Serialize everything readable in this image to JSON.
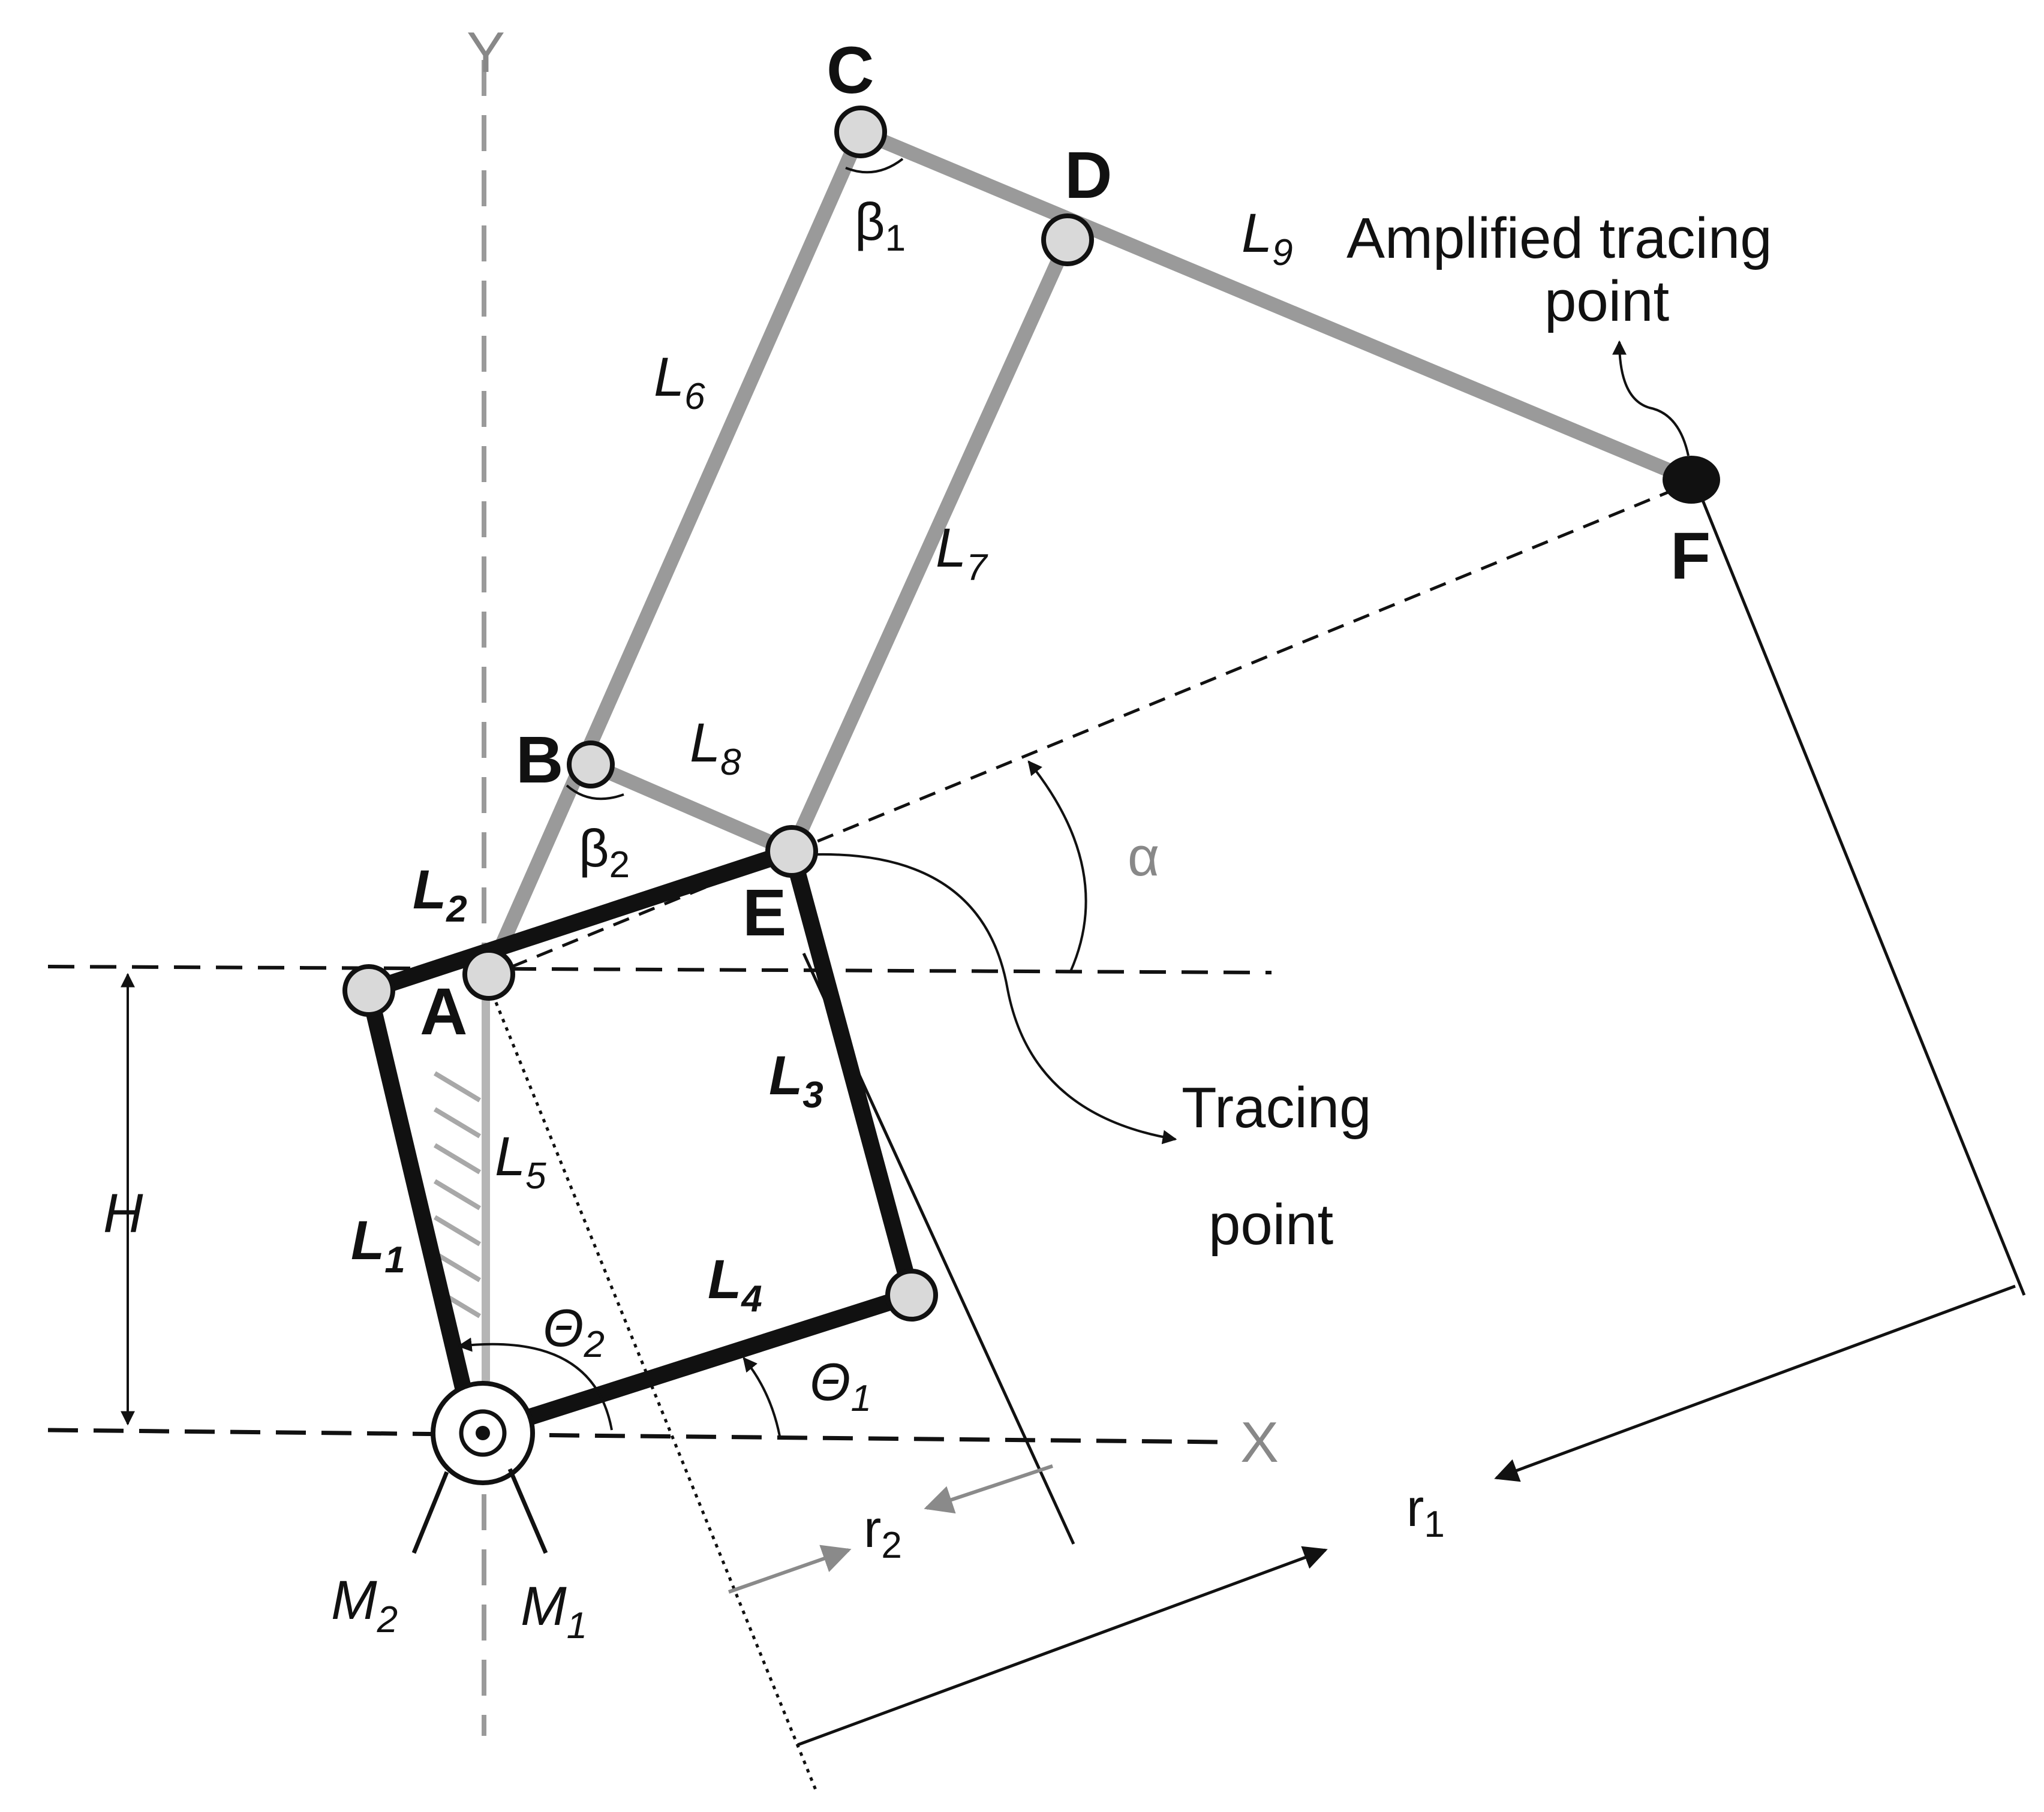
{
  "points": {
    "A": "A",
    "B": "B",
    "C": "C",
    "D": "D",
    "E": "E",
    "F": "F"
  },
  "links": {
    "L1": {
      "main": "L",
      "sub": "1"
    },
    "L2": {
      "main": "L",
      "sub": "2"
    },
    "L3": {
      "main": "L",
      "sub": "3"
    },
    "L4": {
      "main": "L",
      "sub": "4"
    },
    "L5": {
      "main": "L",
      "sub": "5"
    },
    "L6": {
      "main": "L",
      "sub": "6"
    },
    "L7": {
      "main": "L",
      "sub": "7"
    },
    "L8": {
      "main": "L",
      "sub": "8"
    },
    "L9": {
      "main": "L",
      "sub": "9"
    }
  },
  "angles": {
    "beta1": {
      "main": "β",
      "sub": "1"
    },
    "beta2": {
      "main": "β",
      "sub": "2"
    },
    "theta1": {
      "main": "Θ",
      "sub": "1"
    },
    "theta2": {
      "main": "Θ",
      "sub": "2"
    },
    "alpha": "α"
  },
  "axes": {
    "x": "X",
    "y": "Y"
  },
  "height_label": "H",
  "motors": {
    "M1": {
      "main": "M",
      "sub": "1"
    },
    "M2": {
      "main": "M",
      "sub": "2"
    }
  },
  "radii": {
    "r1": {
      "main": "r",
      "sub": "1"
    },
    "r2": {
      "main": "r",
      "sub": "2"
    }
  },
  "annotations": {
    "amplified_line1": "Amplified  tracing",
    "amplified_line2": "point",
    "tracing_line1": "Tracing",
    "tracing_line2": "point"
  },
  "colors": {
    "dark_link": "#111111",
    "light_link": "#9a9a9a",
    "joint_fill": "#d9d9d9",
    "axis_gray": "#9a9a9a"
  }
}
